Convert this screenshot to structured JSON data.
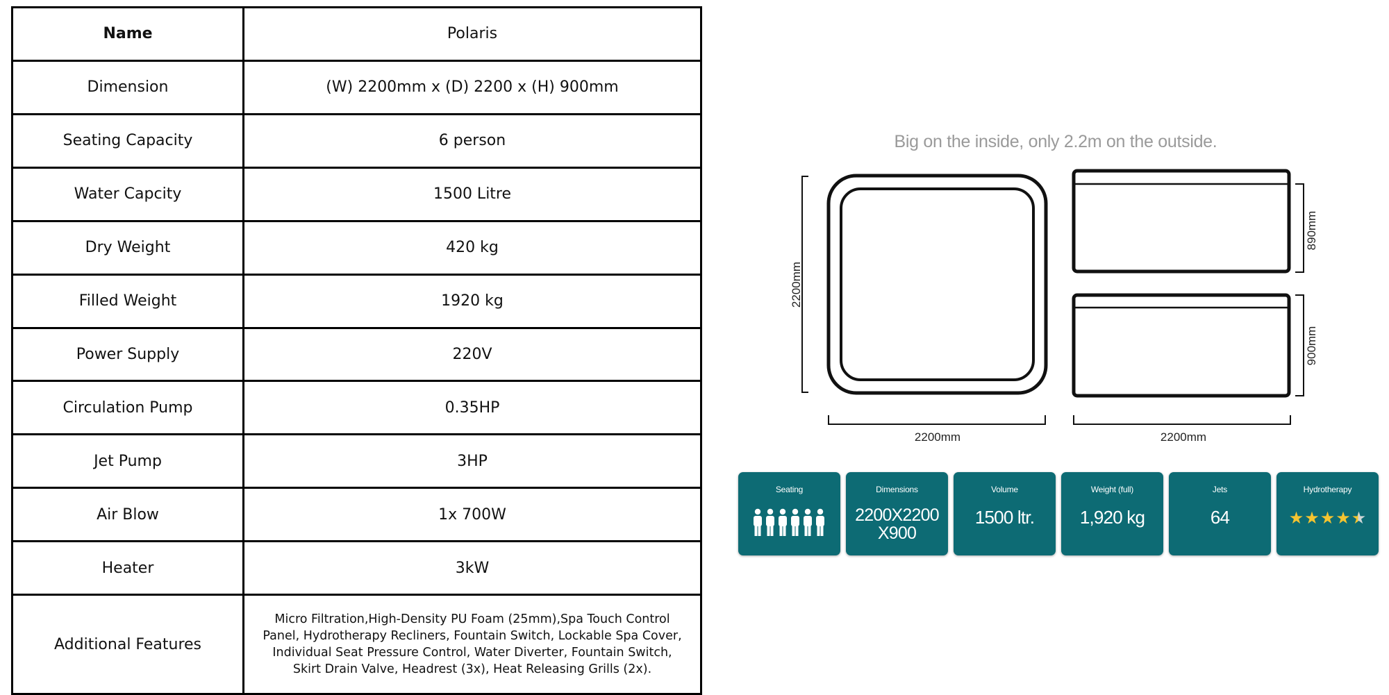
{
  "specs": {
    "rows": [
      {
        "label": "Name",
        "value": "Polaris"
      },
      {
        "label": "Dimension",
        "value": "(W) 2200mm x (D) 2200 x (H) 900mm"
      },
      {
        "label": "Seating Capacity",
        "value": "6 person"
      },
      {
        "label": "Water Capcity",
        "value": "1500 Litre"
      },
      {
        "label": "Dry Weight",
        "value": "420 kg"
      },
      {
        "label": "Filled Weight",
        "value": "1920 kg"
      },
      {
        "label": "Power Supply",
        "value": "220V"
      },
      {
        "label": "Circulation Pump",
        "value": "0.35HP"
      },
      {
        "label": "Jet Pump",
        "value": "3HP"
      },
      {
        "label": "Air Blow",
        "value": "1x 700W"
      },
      {
        "label": "Heater",
        "value": "3kW"
      },
      {
        "label": "Additional Features",
        "value": "Micro Filtration,High-Density PU Foam (25mm),Spa Touch Control Panel, Hydrotherapy Recliners, Fountain Switch, Lockable Spa Cover, Individual Seat Pressure Control, Water Diverter, Fountain Switch, Skirt Drain Valve, Headrest (3x), Heat Releasing Grills (2x)."
      }
    ]
  },
  "drawing": {
    "caption": "Big on the inside, only 2.2m on the outside.",
    "dim_top_view_height": "2200mm",
    "dim_top_view_width": "2200mm",
    "dim_side_upper_height": "890mm",
    "dim_side_lower_height": "900mm",
    "dim_side_width": "2200mm"
  },
  "tiles": [
    {
      "title": "Seating",
      "icon": "six-person-icon",
      "count": 6
    },
    {
      "title": "Dimensions",
      "value_line1": "2200X2200",
      "value_line2": "X900"
    },
    {
      "title": "Volume",
      "value": "1500 ltr."
    },
    {
      "title": "Weight (full)",
      "value": "1,920 kg"
    },
    {
      "title": "Jets",
      "value": "64"
    },
    {
      "title": "Hydrotherapy",
      "rating": 4.5,
      "rating_max": 5
    }
  ],
  "colors": {
    "tile_bg": "#0d6b74",
    "star": "#f4c430",
    "caption": "#9a9a9a"
  }
}
